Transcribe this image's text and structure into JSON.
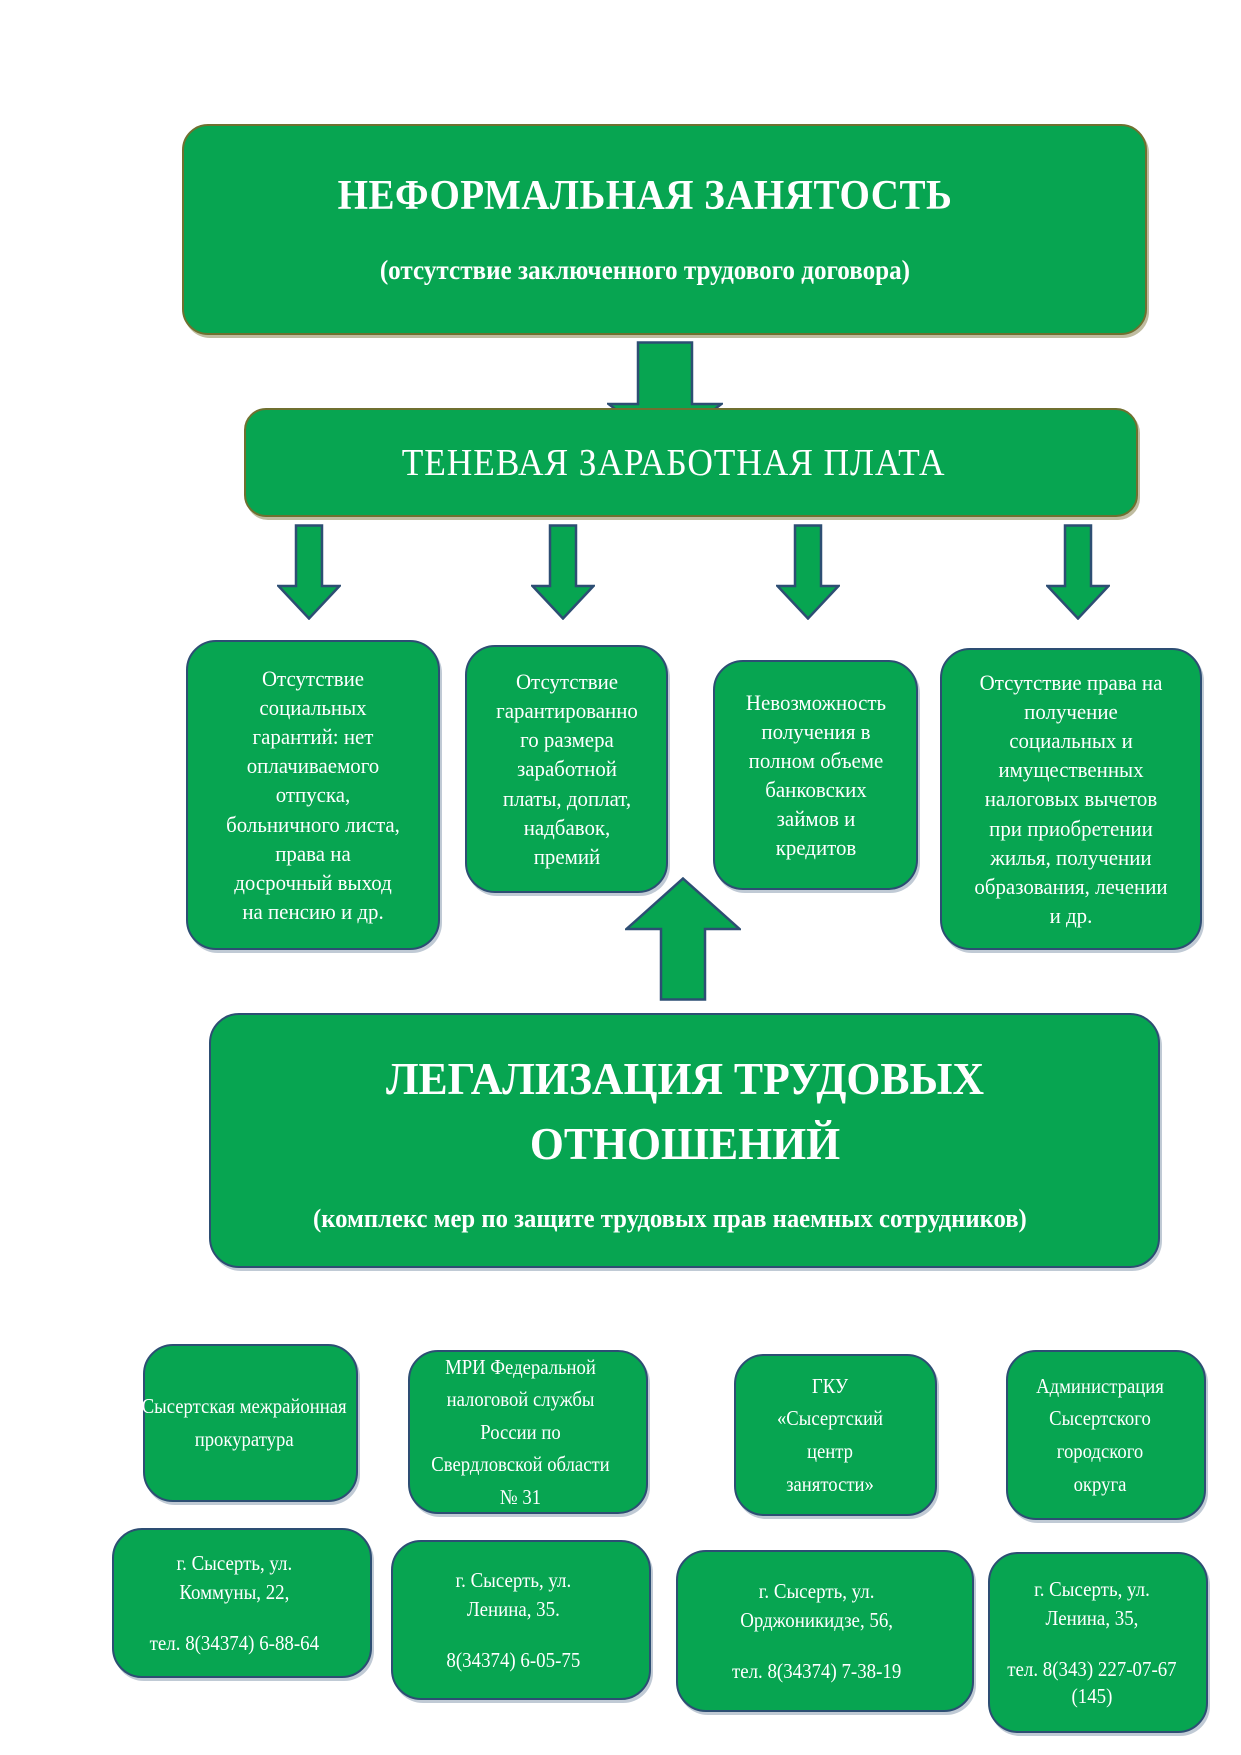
{
  "colors": {
    "box_green": "#07a551",
    "border_olive": "#6f7030",
    "border_navy": "#2d4e73",
    "text_white": "#ffffff",
    "page_bg": "#ffffff"
  },
  "top_box": {
    "title": "НЕФОРМАЛЬНАЯ ЗАНЯТОСТЬ",
    "subtitle": "(отсутствие заключенного трудового договора)"
  },
  "shadow_wage_box": {
    "title": "ТЕНЕВАЯ ЗАРАБОТНАЯ ПЛАТА"
  },
  "consequences": [
    {
      "text": "Отсутствие социальных гарантий: нет оплачиваемого отпуска, больничного листа, права на досрочный выход на пенсию и др."
    },
    {
      "text": "Отсутствие гарантированного размера заработной платы, доплат, надбавок, премий"
    },
    {
      "text": "Невозможность получения в полном объеме банковских займов и кредитов"
    },
    {
      "text": "Отсутствие права на получение социальных и имущественных налоговых вычетов при приобретении жилья, получении образования, лечении и др."
    }
  ],
  "legalization_box": {
    "title": "ЛЕГАЛИЗАЦИЯ ТРУДОВЫХ ОТНОШЕНИЙ",
    "subtitle": "(комплекс мер по защите трудовых прав наемных сотрудников)"
  },
  "institutions": [
    {
      "name": "Сысертская межрайонная прокуратура"
    },
    {
      "name": "МРИ Федеральной налоговой службы России по Свердловской области № 31"
    },
    {
      "name": "ГКУ «Сысертский центр занятости»"
    },
    {
      "name": "Администрация Сысертского городского округа"
    }
  ],
  "addresses": [
    {
      "address": "г. Сысерть, ул. Коммуны, 22,",
      "phone": "тел. 8(34374) 6-88-64"
    },
    {
      "address": "г. Сысерть, ул. Ленина, 35.",
      "phone": "8(34374) 6-05-75"
    },
    {
      "address": "г. Сысерть, ул. Орджоникидзе, 56,",
      "phone": "тел. 8(34374) 7-38-19"
    },
    {
      "address": "г. Сысерть, ул. Ленина, 35,",
      "phone": "тел. 8(343) 227-07-67 (145)"
    }
  ]
}
